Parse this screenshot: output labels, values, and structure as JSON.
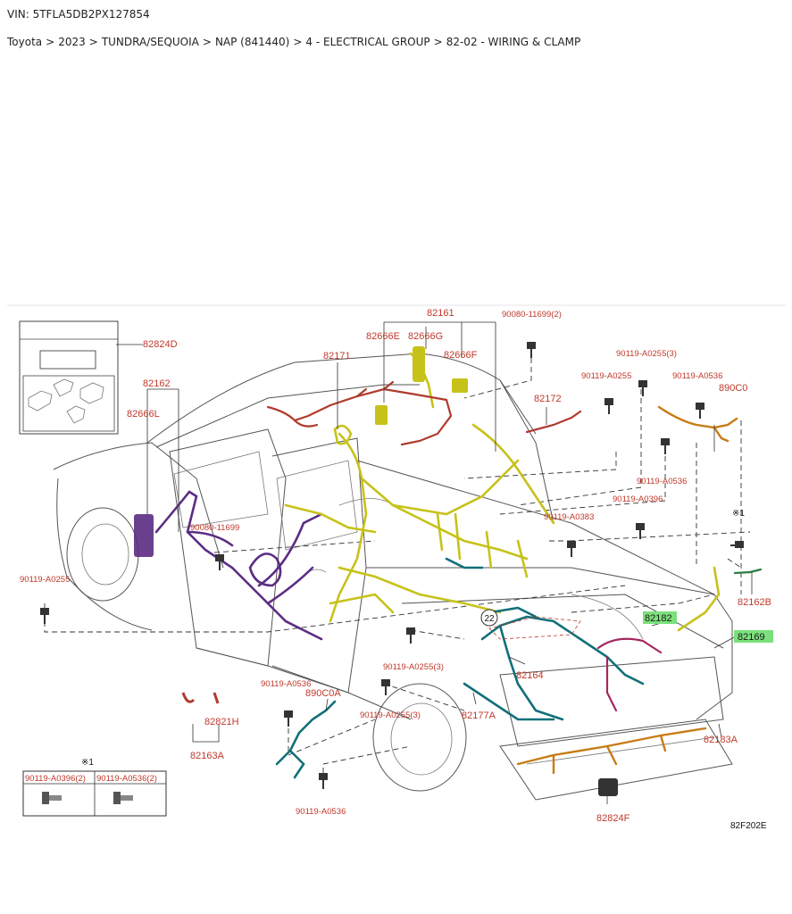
{
  "header": {
    "vin": "VIN: 5TFLA5DB2PX127854",
    "breadcrumb": [
      "Toyota",
      "2023",
      "TUNDRA/SEQUOIA",
      "NAP (841440)",
      "4 - ELECTRICAL GROUP",
      "82-02 - WIRING & CLAMP"
    ],
    "separator": ">"
  },
  "diagram": {
    "code": "82F202E",
    "colors": {
      "label": "#c0392b",
      "highlight": "#7be07b",
      "purple_harness": "#5b2c83",
      "yellow_harness": "#c7c21a",
      "red_harness": "#b03a2e",
      "teal_harness": "#12707a",
      "orange_harness": "#c77b14",
      "magenta_harness": "#a3285f"
    },
    "labels": {
      "p82161": "82161",
      "p82666E": "82666E",
      "p82666G": "82666G",
      "p90080_11699_2": "90080-11699(2)",
      "p82171": "82171",
      "p82666F": "82666F",
      "p90119_A0255_3_top": "90119-A0255(3)",
      "p90119_A0255_top": "90119-A0255",
      "p90119_A0536_top": "90119-A0536",
      "p890C0": "890C0",
      "p82172": "82172",
      "p82824D": "82824D",
      "p82162": "82162",
      "p82666L": "82666L",
      "p90119_A0536_mid": "90119-A0536",
      "p90119_A0396": "90119-A0396",
      "p90119_A0383": "90119-A0383",
      "p90080_11699": "90080-11699",
      "p_star1_top": "※1",
      "p82162B": "82162B",
      "p90119_A0255_left": "90119-A0255",
      "p22": "22",
      "p82182": "82182",
      "p82169": "82169",
      "p90119_A0255_3_mid": "90119-A0255(3)",
      "p82164": "82164",
      "p90119_A0536_low": "90119-A0536",
      "p890C0A": "890C0A",
      "p90119_A0255_3_low": "90119-A0255(3)",
      "p82177A": "82177A",
      "p82821H": "82821H",
      "p82163A": "82163A",
      "p82183A": "82183A",
      "p90119_A0536_bottom": "90119-A0536",
      "p82824F": "82824F"
    },
    "legend": {
      "title": "※1",
      "col1": "90119-A0396(2)",
      "col2": "90119-A0536(2)"
    }
  }
}
